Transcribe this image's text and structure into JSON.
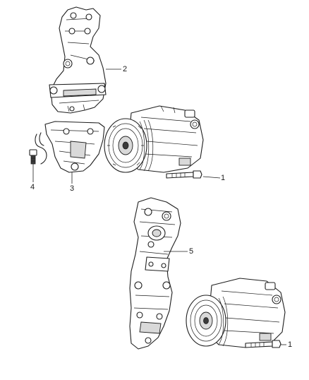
{
  "callouts": {
    "c1_top": "1",
    "c2": "2",
    "c3": "3",
    "c4": "4",
    "c5": "5",
    "c1_bottom": "1"
  }
}
